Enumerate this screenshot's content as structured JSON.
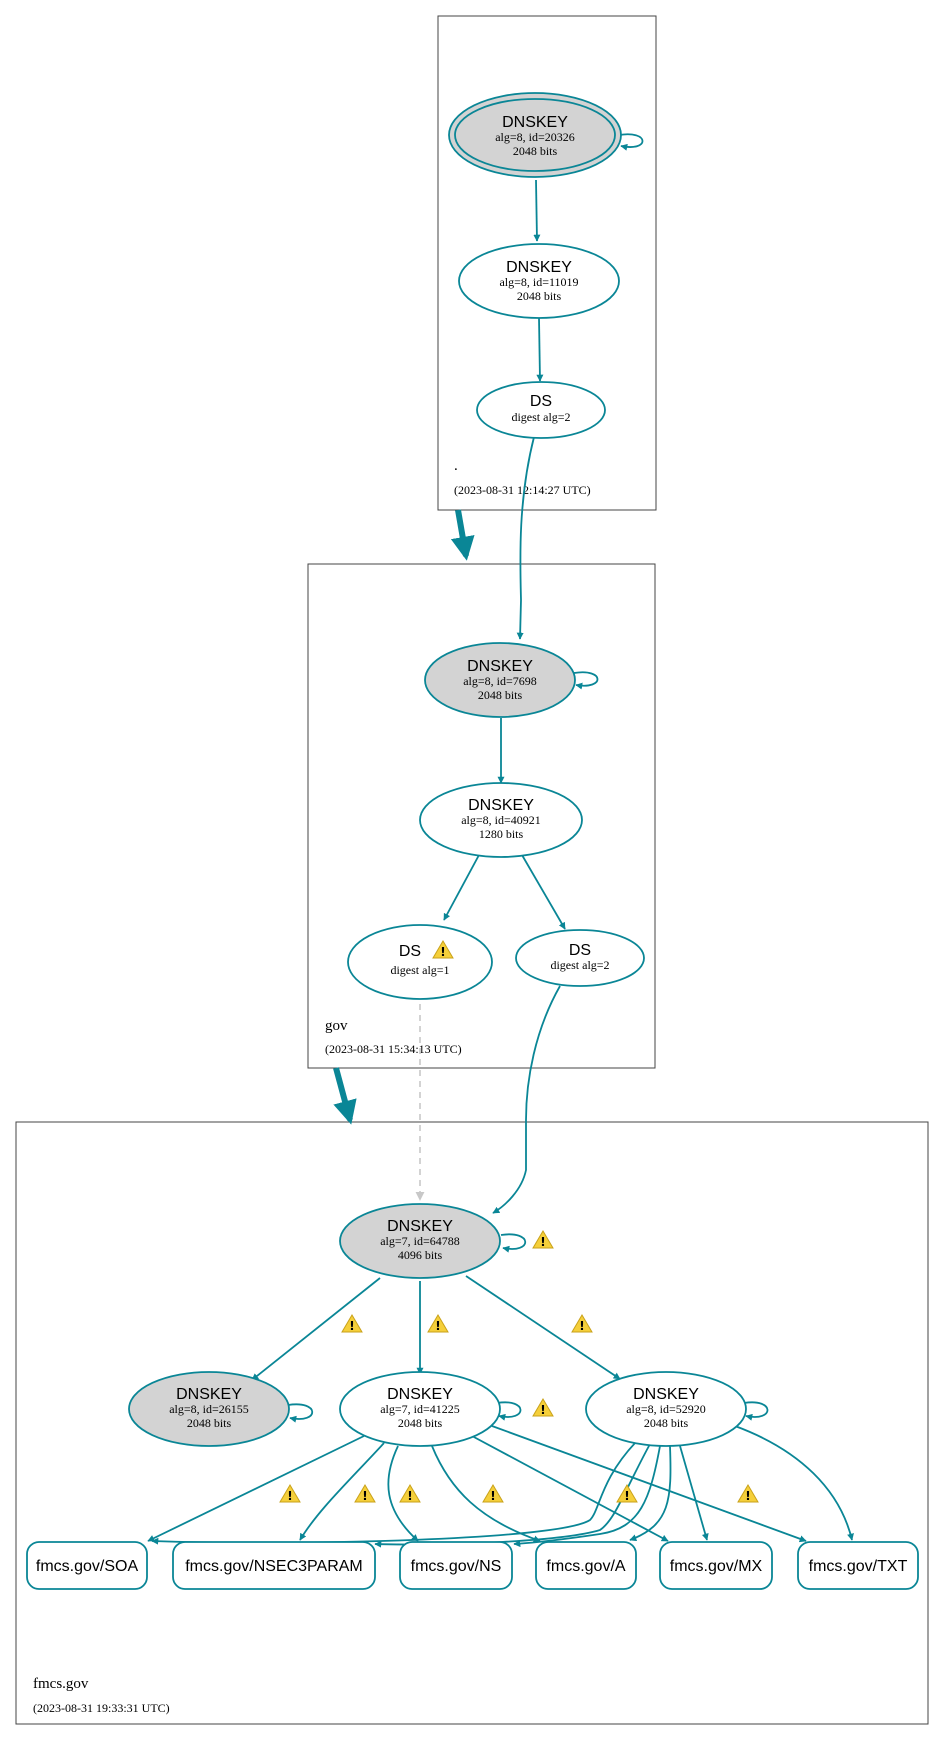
{
  "zones": {
    "root": {
      "name": ".",
      "timestamp": "(2023-08-31 12:14:27 UTC)"
    },
    "gov": {
      "name": "gov",
      "timestamp": "(2023-08-31 15:34:13 UTC)"
    },
    "fmcs": {
      "name": "fmcs.gov",
      "timestamp": "(2023-08-31 19:33:31 UTC)"
    }
  },
  "nodes": {
    "root_ksk": {
      "title": "DNSKEY",
      "line1": "alg=8, id=20326",
      "line2": "2048 bits"
    },
    "root_zsk": {
      "title": "DNSKEY",
      "line1": "alg=8, id=11019",
      "line2": "2048 bits"
    },
    "root_ds": {
      "title": "DS",
      "line1": "digest alg=2"
    },
    "gov_ksk": {
      "title": "DNSKEY",
      "line1": "alg=8, id=7698",
      "line2": "2048 bits"
    },
    "gov_zsk": {
      "title": "DNSKEY",
      "line1": "alg=8, id=40921",
      "line2": "1280 bits"
    },
    "gov_ds1": {
      "title": "DS",
      "line1": "digest alg=1"
    },
    "gov_ds2": {
      "title": "DS",
      "line1": "digest alg=2"
    },
    "fmcs_ksk": {
      "title": "DNSKEY",
      "line1": "alg=7, id=64788",
      "line2": "4096 bits"
    },
    "fmcs_k26155": {
      "title": "DNSKEY",
      "line1": "alg=8, id=26155",
      "line2": "2048 bits"
    },
    "fmcs_k41225": {
      "title": "DNSKEY",
      "line1": "alg=7, id=41225",
      "line2": "2048 bits"
    },
    "fmcs_k52920": {
      "title": "DNSKEY",
      "line1": "alg=8, id=52920",
      "line2": "2048 bits"
    }
  },
  "records": {
    "soa": "fmcs.gov/SOA",
    "nsec3param": "fmcs.gov/NSEC3PARAM",
    "ns": "fmcs.gov/NS",
    "a": "fmcs.gov/A",
    "mx": "fmcs.gov/MX",
    "txt": "fmcs.gov/TXT"
  },
  "colors": {
    "edge": "#0a8696",
    "ksk_fill": "#d3d3d3",
    "warning": "#f5cf3a",
    "dashed_edge": "#c8c8c8"
  },
  "icons": {
    "warning": "warning-icon"
  }
}
